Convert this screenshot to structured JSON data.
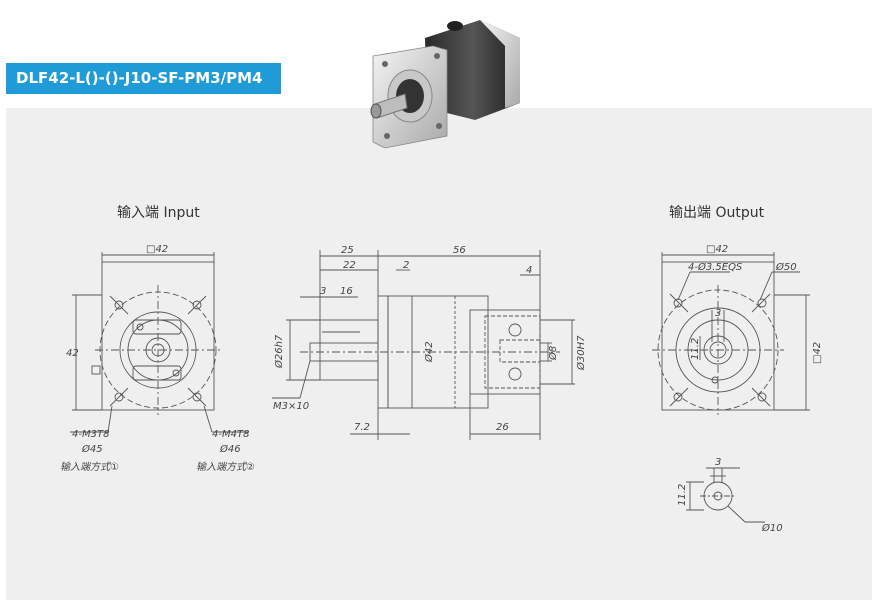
{
  "title": "DLF42-L()-()-J10-SF-PM3/PM4",
  "colors": {
    "title_bg": "#1f9bd7",
    "panel_bg": "#efefef",
    "line": "#555555"
  },
  "input_view": {
    "caption": "输入端 Input",
    "square": "□42",
    "height": "42",
    "mount1": "4-M3T8",
    "dia1": "Ø45",
    "label1": "输入端方式①",
    "mount2": "4-M4T8",
    "dia2": "Ø46",
    "label2": "输入端方式②"
  },
  "side_view": {
    "len25": "25",
    "len56": "56",
    "len22": "22",
    "len2": "2",
    "len4": "4",
    "len3": "3",
    "len16": "16",
    "dia26": "Ø26h7",
    "dia42": "Ø42",
    "dia8": "Ø8",
    "dia30": "Ø30H7",
    "thread": "M3×10",
    "len7_2": "7.2",
    "len26": "26"
  },
  "output_view": {
    "caption": "输出端 Output",
    "square": "□42",
    "holes": "4-Ø3.5EQS",
    "pcd": "Ø50",
    "side": "□42",
    "key3": "3",
    "key11_2": "11.2"
  },
  "shaft_detail": {
    "key3": "3",
    "key11_2": "11.2",
    "dia10": "Ø10"
  }
}
